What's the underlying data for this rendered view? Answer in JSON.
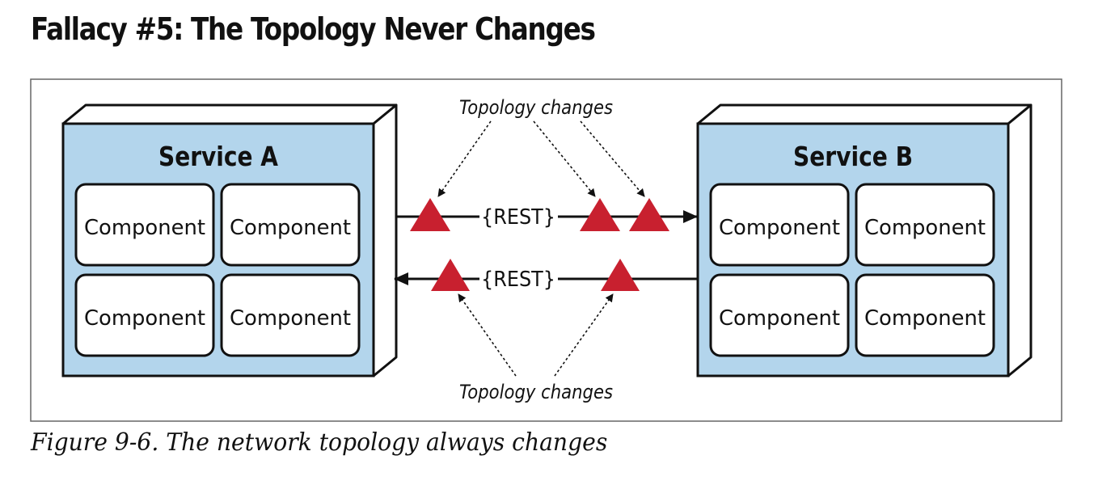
{
  "heading": "Fallacy #5: The Topology Never Changes",
  "caption": "Figure 9-6. The network topology always changes",
  "diagram": {
    "service_a": {
      "title": "Service A",
      "components": [
        "Component",
        "Component",
        "Component",
        "Component"
      ]
    },
    "service_b": {
      "title": "Service B",
      "components": [
        "Component",
        "Component",
        "Component",
        "Component"
      ]
    },
    "connections": {
      "top_label": "{REST}",
      "bottom_label": "{REST}"
    },
    "annotations": {
      "top": "Topology changes",
      "bottom": "Topology changes"
    },
    "colors": {
      "service_fill": "#b3d5ec",
      "marker": "#c8202f",
      "line": "#111111"
    }
  }
}
